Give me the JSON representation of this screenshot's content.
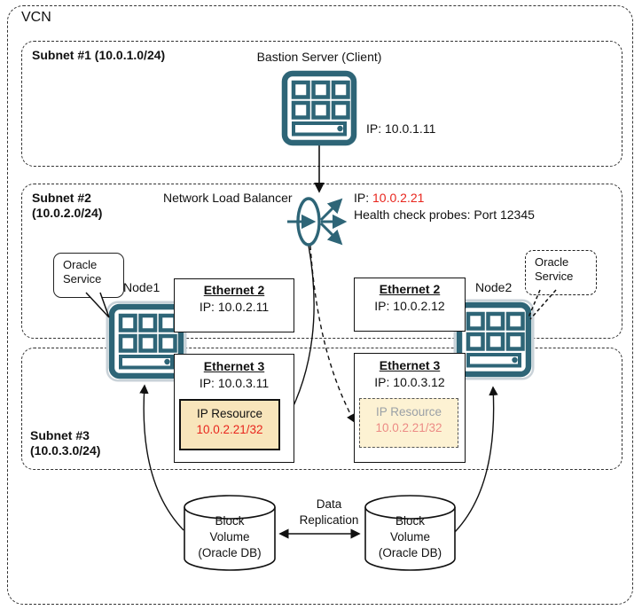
{
  "colors": {
    "icon_teal": "#2e6577",
    "active_red": "#e8251d",
    "standby_red": "#ec8b85",
    "standby_gray": "#9aa0a6",
    "ip_resource_active_bg": "#f8e5bb",
    "ip_resource_standby_bg": "#fdf2d3"
  },
  "vcn": {
    "label": "VCN"
  },
  "subnets": {
    "s1": {
      "label": "Subnet #1 (10.0.1.0/24)"
    },
    "s2": {
      "line1": "Subnet #2",
      "line2": "(10.0.2.0/24)"
    },
    "s3": {
      "line1": "Subnet #3",
      "line2": "(10.0.3.0/24)"
    }
  },
  "bastion": {
    "label": "Bastion Server (Client)",
    "ip": "IP: 10.0.1.11"
  },
  "nlb": {
    "label": "Network Load Balancer",
    "ip_label": "IP: ",
    "ip_value": "10.0.2.21",
    "health": "Health check probes: Port 12345"
  },
  "node1": {
    "label": "Node1",
    "bubble": {
      "line1": "Oracle",
      "line2": "Service"
    },
    "eth2": {
      "title": "Ethernet 2",
      "ip": "IP: 10.0.2.11"
    },
    "eth3": {
      "title": "Ethernet 3",
      "ip": "IP: 10.0.3.11"
    },
    "ip_resource": {
      "title": "IP Resource",
      "value": "10.0.2.21/32"
    }
  },
  "node2": {
    "label": "Node2",
    "bubble": {
      "line1": "Oracle",
      "line2": "Service"
    },
    "eth2": {
      "title": "Ethernet 2",
      "ip": "IP: 10.0.2.12"
    },
    "eth3": {
      "title": "Ethernet 3",
      "ip": "IP: 10.0.3.12"
    },
    "ip_resource": {
      "title": "IP Resource",
      "value": "10.0.2.21/32"
    }
  },
  "storage": {
    "left": [
      "Block",
      "Volume",
      "(Oracle DB)"
    ],
    "right": [
      "Block",
      "Volume",
      "(Oracle DB)"
    ],
    "replication": [
      "Data",
      "Replication"
    ]
  }
}
